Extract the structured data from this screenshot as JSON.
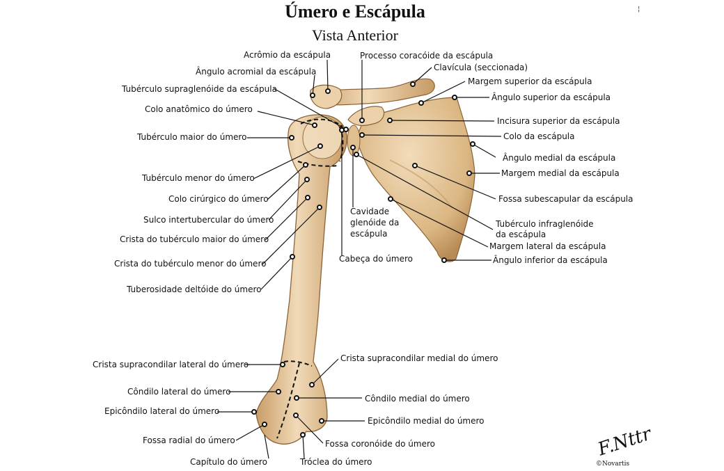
{
  "title": "Úmero e Escápula",
  "subtitle": "Vista Anterior",
  "labels": {
    "acromio": "Acrômio da escápula",
    "angulo_acromial": "Ângulo acromial da escápula",
    "tuberculo_supraglenoide": "Tubérculo supraglenóide da escápula",
    "colo_anatomico": "Colo anatômico do úmero",
    "tuberculo_maior": "Tubérculo maior do úmero",
    "tuberculo_menor": "Tubérculo menor do úmero",
    "colo_cirurgico": "Colo cirúrgico do úmero",
    "sulco_intertubercular": "Sulco intertubercular do úmero",
    "crista_tub_maior": "Crista do tubérculo maior do úmero",
    "crista_tub_menor": "Crista do tubérculo menor do úmero",
    "tuberosidade_deltoide": "Tuberosidade deltóide do úmero",
    "processo_coracoide": "Processo coracóide da escápula",
    "clavicula": "Clavícula (seccionada)",
    "margem_superior": "Margem superior da escápula",
    "angulo_superior": "Ângulo superior da escápula",
    "incisura_superior": "Incisura superior da escápula",
    "colo_escapula": "Colo da escápula",
    "angulo_medial": "Ângulo medial da escápula",
    "margem_medial": "Margem medial da escápula",
    "fossa_subescapular": "Fossa subescapular da escápula",
    "tuberculo_infraglenoide_1": "Tubérculo infraglenóide",
    "tuberculo_infraglenoide_2": "da escápula",
    "margem_lateral": "Margem lateral da escápula",
    "angulo_inferior": "Ângulo inferior da escápula",
    "cavidade_1": "Cavidade",
    "cavidade_2": "glenóide da",
    "cavidade_3": "escápula",
    "cabeca_umero": "Cabeça do úmero",
    "crista_supra_lateral": "Crista supracondilar lateral do úmero",
    "condilo_lateral": "Côndilo lateral do úmero",
    "epicondilo_lateral": "Epicôndilo lateral do úmero",
    "fossa_radial": "Fossa radial do úmero",
    "capitulo": "Capítulo do úmero",
    "crista_supra_medial": "Crista supracondilar medial do úmero",
    "condilo_medial": "Côndilo medial do úmero",
    "epicondilo_medial": "Epicôndilo medial do úmero",
    "fossa_coronoide": "Fossa coronóide do úmero",
    "troclea": "Tróclea do úmero"
  },
  "signature": "©Novartis",
  "colors": {
    "bone": "#e7c69b",
    "bone_shadow": "#b58a57",
    "bone_light": "#f6e6cc",
    "line": "#111111"
  }
}
